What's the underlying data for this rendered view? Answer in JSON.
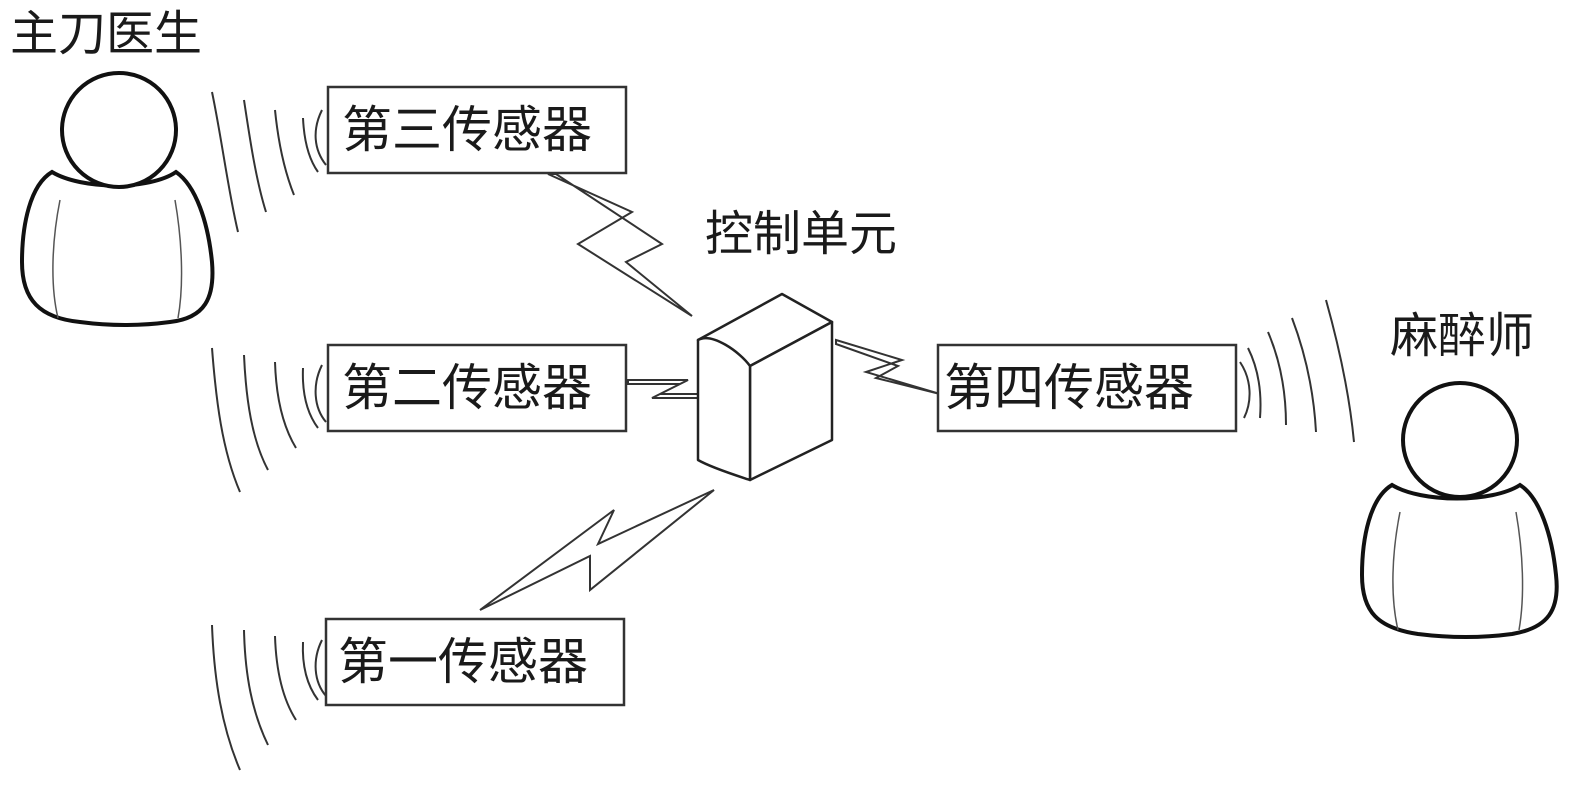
{
  "people": {
    "surgeon": "主刀医生",
    "anesthetist": "麻醉师"
  },
  "control_unit": {
    "label": "控制单元"
  },
  "sensors": {
    "first": "第一传感器",
    "second": "第二传感器",
    "third": "第三传感器",
    "fourth": "第四传感器"
  }
}
